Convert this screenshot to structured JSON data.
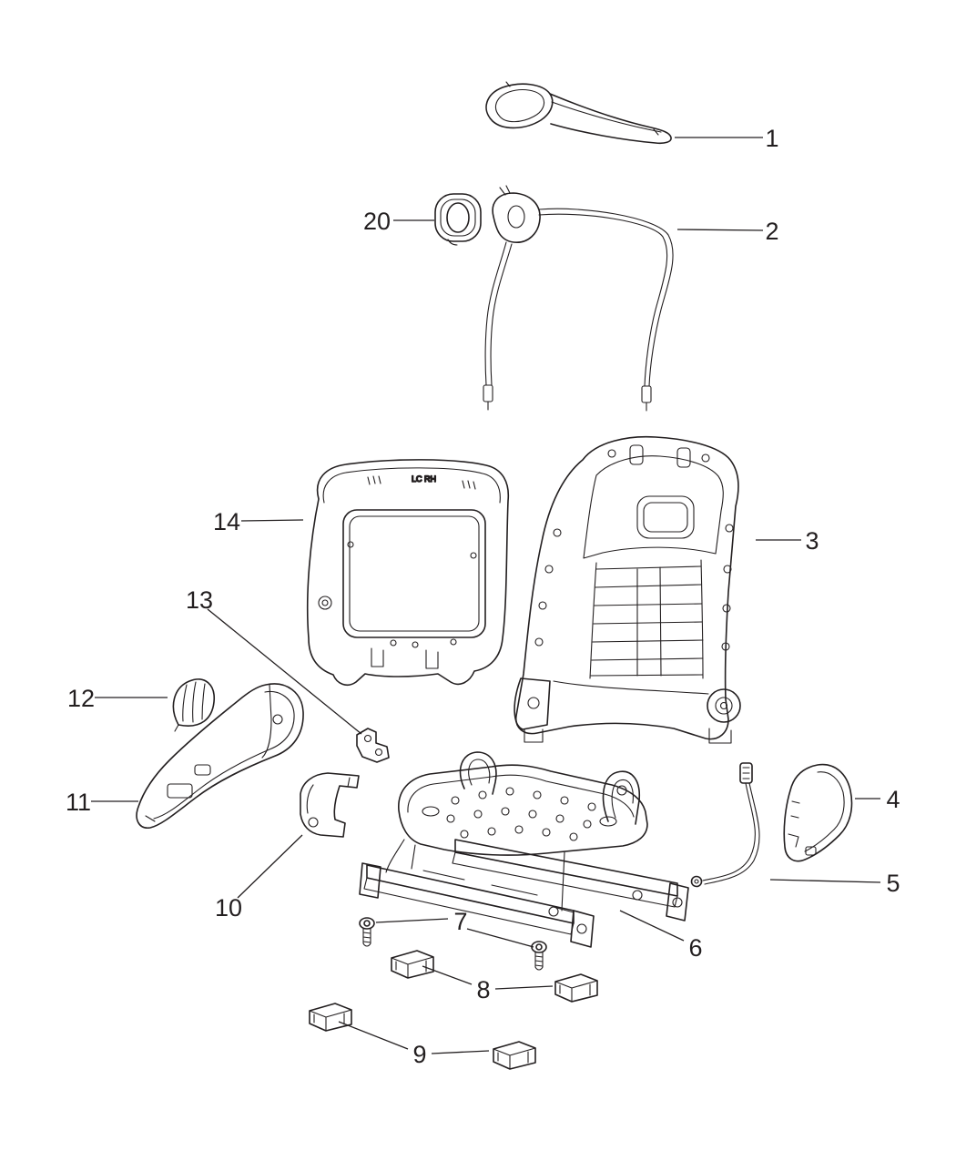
{
  "page": {
    "background_color": "#ffffff",
    "line_color": "#231f20",
    "kind": "exploded-parts-diagram-front-seat"
  },
  "diagram": {
    "callouts": {
      "c1": "1",
      "c2": "2",
      "c3": "3",
      "c4": "4",
      "c5": "5",
      "c6": "6",
      "c7": "7",
      "c8": "8",
      "c9": "9",
      "c10": "10",
      "c11": "11",
      "c12": "12",
      "c13": "13",
      "c14": "14",
      "c20": "20"
    },
    "part_markings": {
      "seat_back_panel_stamp": "LC RH"
    }
  }
}
